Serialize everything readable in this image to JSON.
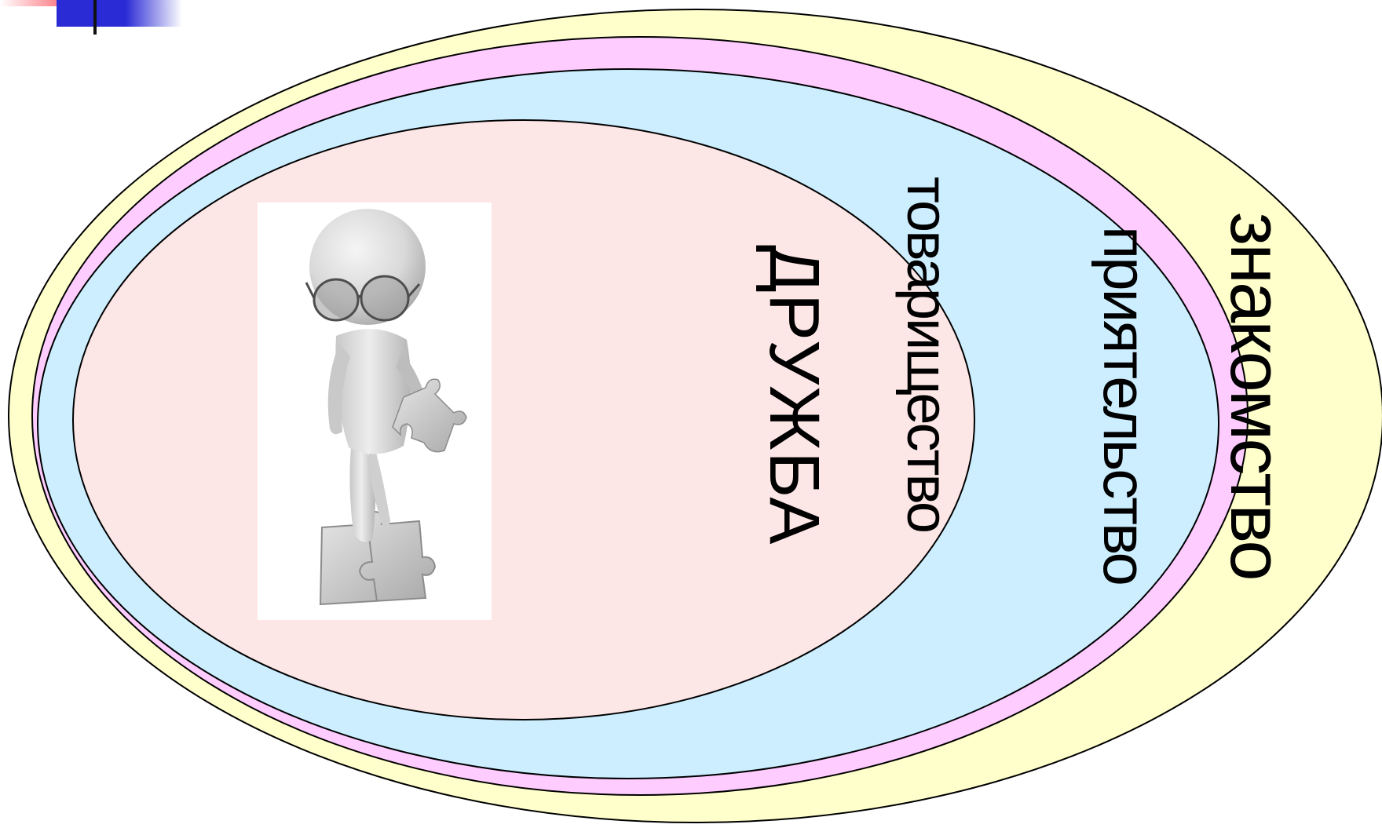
{
  "slide": {
    "labels": {
      "acquaintance": "знакомство",
      "fellowship": "приятельство",
      "comradeship": "товарищество",
      "friendship": "ДРУЖБА"
    },
    "colors": {
      "acquaintance_fill": "#ffffcc",
      "fellowship_fill": "#ffccff",
      "comradeship_fill": "#cceeff",
      "friendship_fill": "#fde6e6",
      "outline": "#000000",
      "deco_blue": "#2b2bd6",
      "deco_red": "#ff4d5a"
    },
    "image": {
      "subject": "3d-man-with-glasses-holding-puzzle-piece"
    }
  }
}
